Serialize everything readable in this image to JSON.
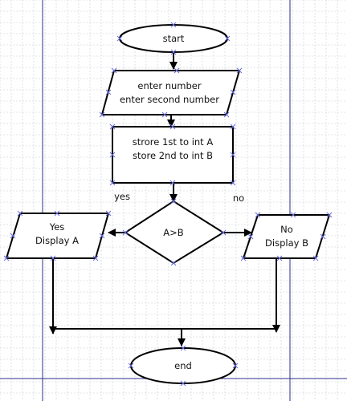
{
  "diagram": {
    "colors": {
      "background": "#ffffff",
      "grid": "#c7ccd6",
      "guide_lines": "#2b2f8a",
      "shape_stroke": "#000000",
      "shape_fill": "#ffffff",
      "connector": "#000000",
      "anchor_marks": "#6a6fd8"
    },
    "nodes": {
      "start": {
        "label": "start"
      },
      "input": {
        "line1": "enter number",
        "line2": "enter second number"
      },
      "store": {
        "line1": "strore 1st to int A",
        "line2": "store 2nd to int B"
      },
      "decision": {
        "label": "A>B"
      },
      "output_yes": {
        "line1": "Yes",
        "line2": "Display A"
      },
      "output_no": {
        "line1": "No",
        "line2": "Display B"
      },
      "end": {
        "label": "end"
      }
    },
    "edge_labels": {
      "yes": "yes",
      "no": "no"
    }
  }
}
